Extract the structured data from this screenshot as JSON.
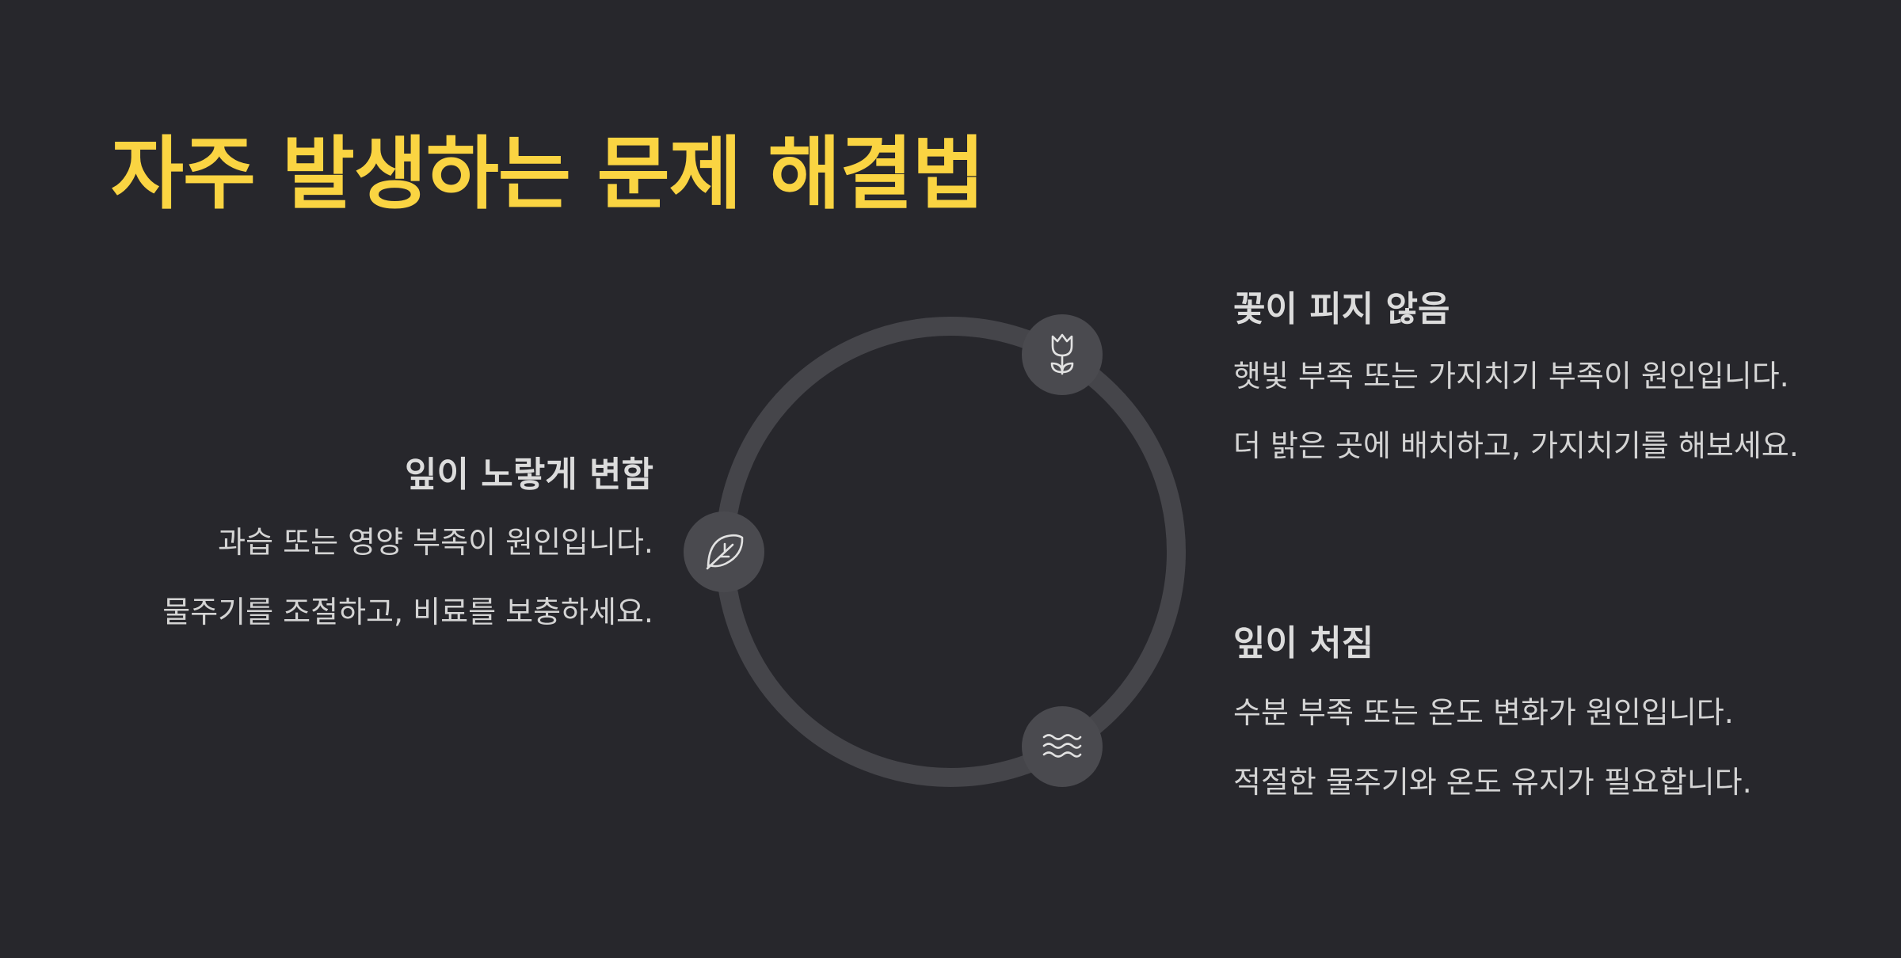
{
  "title": "자주 발생하는 문제 해결법",
  "colors": {
    "background": "#27272c",
    "title": "#fad442",
    "ring": "#45454a",
    "node": "#4a4a4f",
    "icon": "#e2e2e2",
    "text": "#d4d4d4"
  },
  "diagram": {
    "type": "cycle",
    "nodes": [
      {
        "icon": "tulip-icon",
        "item": "no-flowers"
      },
      {
        "icon": "leaf-icon",
        "item": "yellow-leaves"
      },
      {
        "icon": "water-waves-icon",
        "item": "drooping-leaves"
      }
    ]
  },
  "items": {
    "yellow_leaves": {
      "heading": "잎이 노랗게 변함",
      "cause": "과습 또는 영양 부족이 원인입니다.",
      "solution": "물주기를 조절하고, 비료를 보충하세요."
    },
    "no_flowers": {
      "heading": "꽃이 피지 않음",
      "cause": "햇빛 부족 또는 가지치기 부족이 원인입니다.",
      "solution": "더 밝은 곳에 배치하고, 가지치기를 해보세요."
    },
    "drooping_leaves": {
      "heading": "잎이 처짐",
      "cause": "수분 부족 또는 온도 변화가 원인입니다.",
      "solution": "적절한 물주기와 온도 유지가 필요합니다."
    }
  }
}
